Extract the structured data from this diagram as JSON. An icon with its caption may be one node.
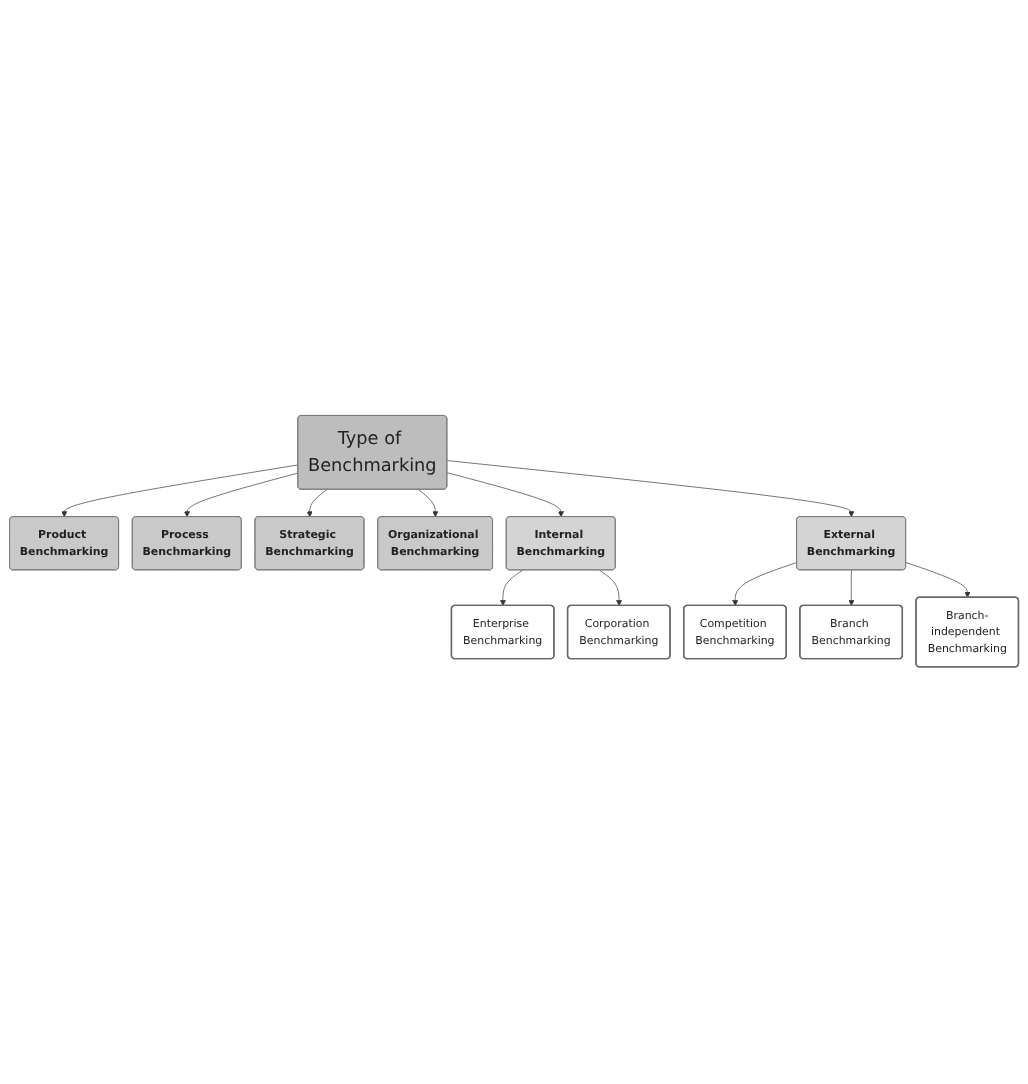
{
  "diagram": {
    "nodes": [
      {
        "text": [
          "Product Benchmarking"
        ]
      },
      {
        "text": [
          "Process Benchmarking"
        ]
      },
      {
        "text": [
          "Strategic Benchmarking"
        ]
      },
      {
        "text": [
          "Organizational Benchmarking"
        ]
      },
      {
        "text": [
          "Type of Benchmarking"
        ]
      },
      {
        "text": [
          "Internal Benchmarking"
        ]
      },
      {
        "text": [
          "External Benchmarking"
        ]
      },
      {
        "text": [
          "Enterprise Benchmarking"
        ]
      },
      {
        "text": [
          "Corporation Benchmarking"
        ]
      },
      {
        "text": [
          "Competition Benchmarking"
        ]
      },
      {
        "text": [
          "Branch Benchmarking"
        ]
      },
      {
        "text": [
          "Branch-independent Benchmarking"
        ]
      }
    ],
    "edges": [
      {
        "from": 4,
        "to": 0,
        "arrow": "to"
      },
      {
        "from": 4,
        "to": 1,
        "arrow": "to"
      },
      {
        "from": 4,
        "to": 2,
        "arrow": "to"
      },
      {
        "from": 4,
        "to": 3,
        "arrow": "to"
      },
      {
        "from": 4,
        "to": 5,
        "arrow": "to"
      },
      {
        "from": 4,
        "to": 6,
        "arrow": "to"
      },
      {
        "from": 5,
        "to": 7,
        "arrow": "to"
      },
      {
        "from": 5,
        "to": 8,
        "arrow": "to"
      },
      {
        "from": 6,
        "to": 9,
        "arrow": "to"
      },
      {
        "from": 6,
        "to": 10,
        "arrow": "to"
      },
      {
        "from": 6,
        "to": 11,
        "arrow": "to"
      }
    ]
  }
}
